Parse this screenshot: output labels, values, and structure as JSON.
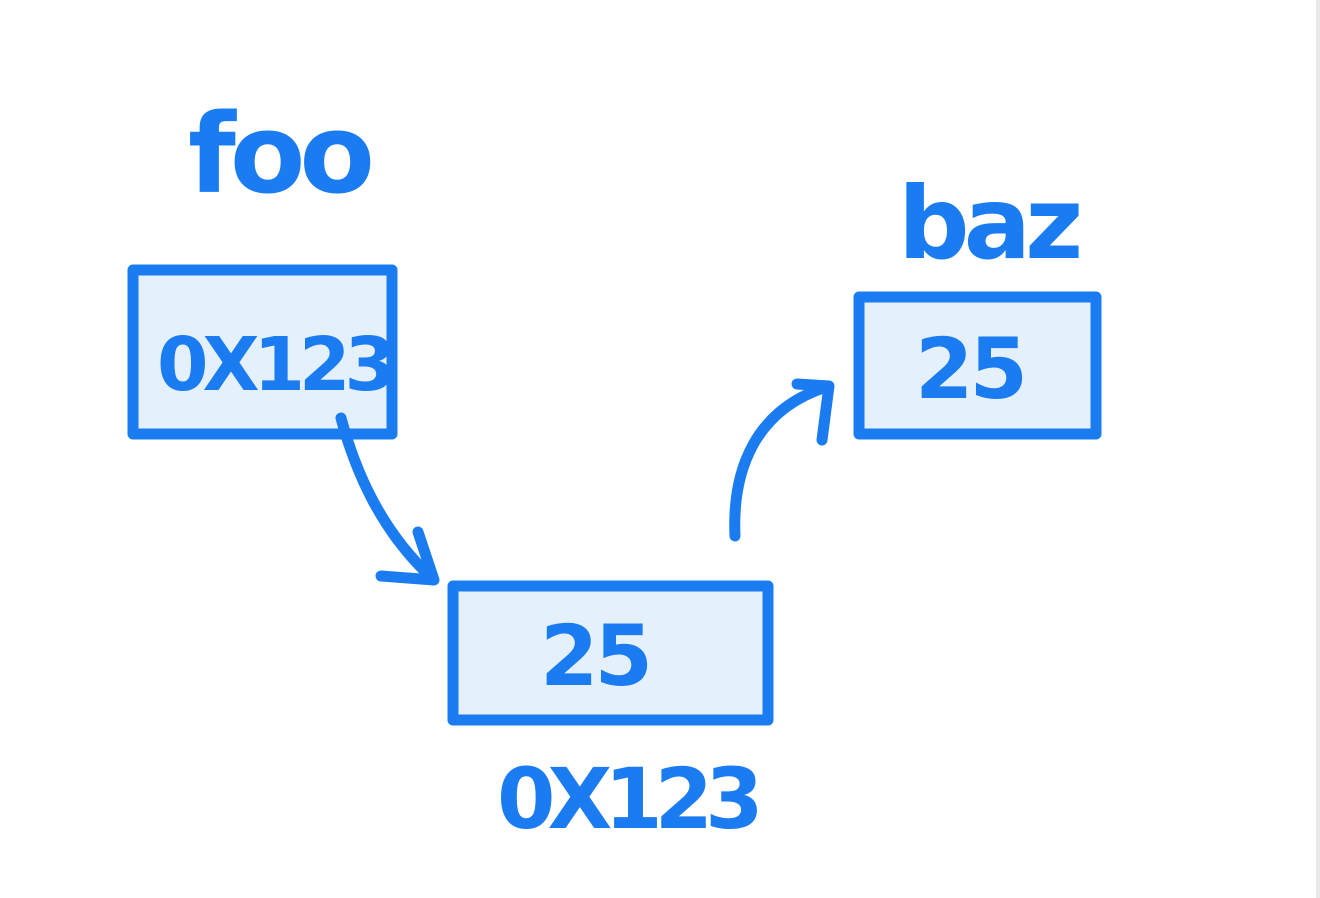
{
  "colors": {
    "ink": "#1a7cf0",
    "box_fill": "#e5f0fd",
    "background": "#ffffff"
  },
  "variables": {
    "foo": {
      "name": "foo",
      "value": "0X123"
    },
    "baz": {
      "name": "baz",
      "value": "25"
    }
  },
  "memory_cell": {
    "value": "25",
    "address": "0X123"
  }
}
